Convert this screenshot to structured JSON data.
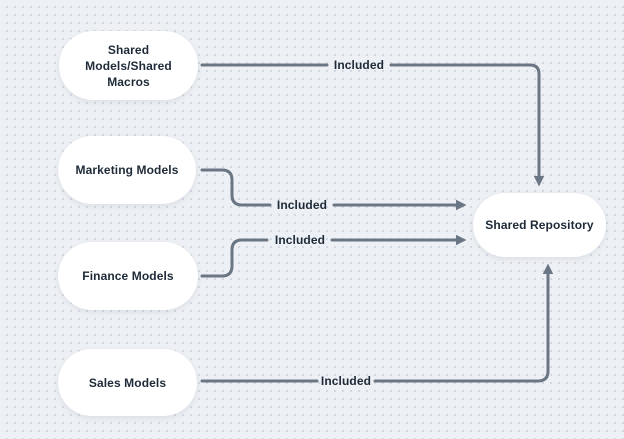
{
  "diagram": {
    "background_color": "#edf0f4",
    "dot_grid_color": "#d2d7df",
    "arrow_color": "#6b7684",
    "text_color": "#1e2a38",
    "node_fill": "#ffffff"
  },
  "nodes": [
    {
      "id": "shared-models-shared-macros",
      "label": "Shared\nModels/Shared\nMacros"
    },
    {
      "id": "marketing-models",
      "label": "Marketing Models"
    },
    {
      "id": "finance-models",
      "label": "Finance Models"
    },
    {
      "id": "sales-models",
      "label": "Sales Models"
    },
    {
      "id": "shared-repository",
      "label": "Shared Repository"
    }
  ],
  "edges": [
    {
      "from": "shared-models-shared-macros",
      "to": "shared-repository",
      "label": "Included"
    },
    {
      "from": "marketing-models",
      "to": "shared-repository",
      "label": "Included"
    },
    {
      "from": "finance-models",
      "to": "shared-repository",
      "label": "Included"
    },
    {
      "from": "sales-models",
      "to": "shared-repository",
      "label": "Included"
    }
  ]
}
